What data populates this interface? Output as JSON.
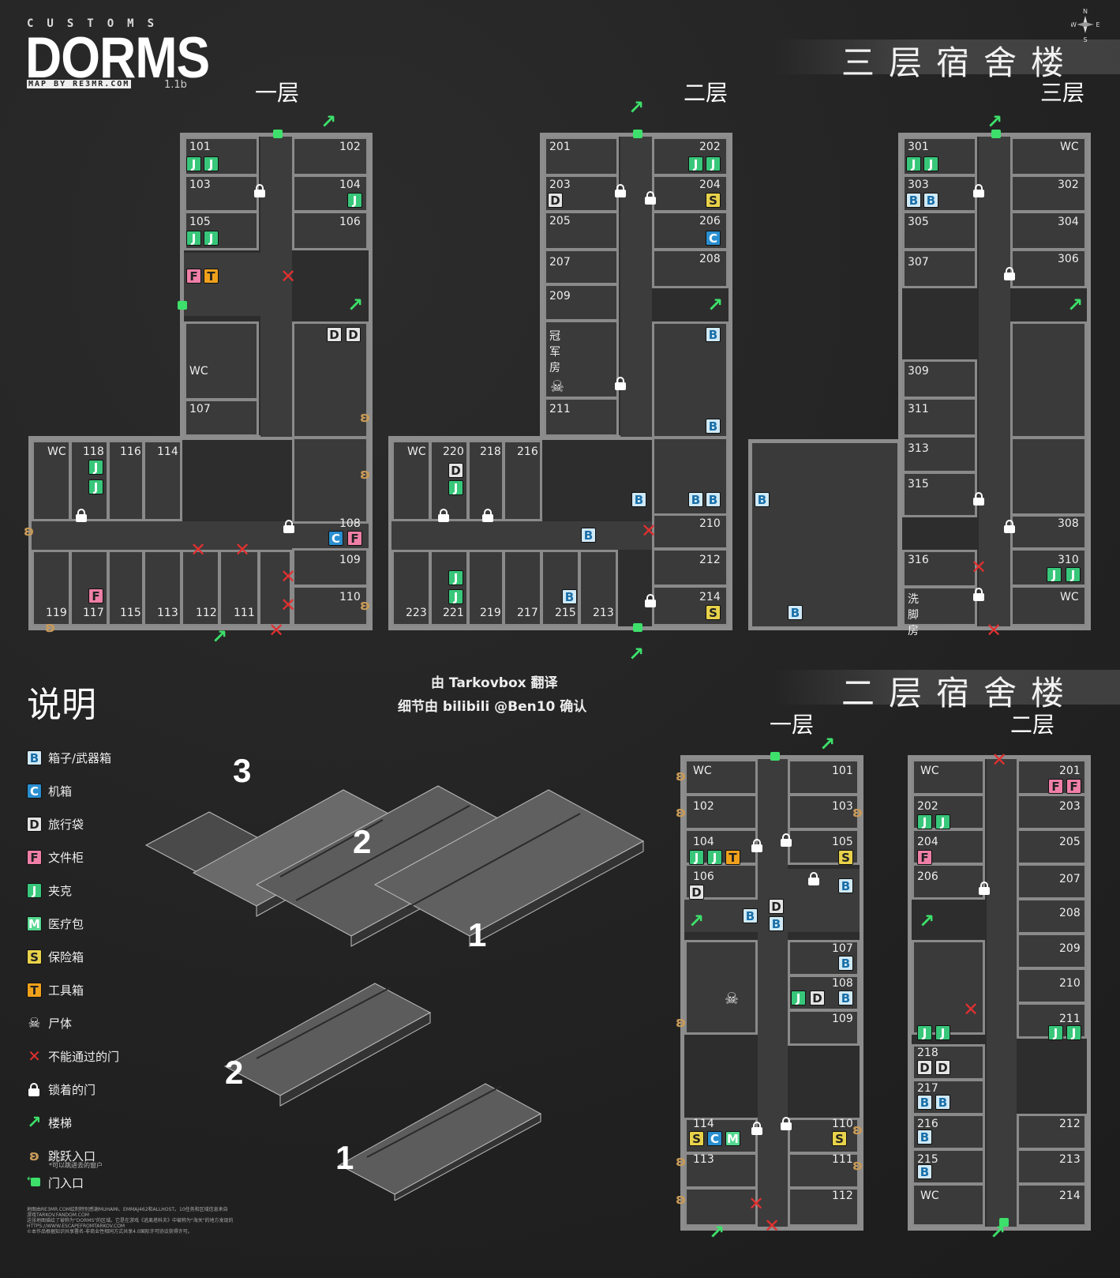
{
  "brand": {
    "top": "CUSTOMS",
    "main": "DORMS",
    "sub": "MAP BY RE3MR.COM",
    "version": "1.1b"
  },
  "compass": {
    "n": "N",
    "e": "E",
    "w": "W",
    "s": "S"
  },
  "three_story": {
    "title": "三层宿舍楼",
    "floor1": {
      "label": "一层",
      "rooms": [
        "101",
        "102",
        "103",
        "104",
        "105",
        "106",
        "WC",
        "107",
        "WC",
        "118",
        "116",
        "114",
        "108",
        "109",
        "110",
        "119",
        "117",
        "115",
        "113",
        "112",
        "111"
      ]
    },
    "floor2": {
      "label": "二层",
      "rooms": [
        "201",
        "202",
        "203",
        "204",
        "205",
        "206",
        "207",
        "208",
        "209",
        "冠军房",
        "211",
        "WC",
        "220",
        "218",
        "216",
        "210",
        "212",
        "214",
        "223",
        "221",
        "219",
        "217",
        "215",
        "213"
      ]
    },
    "floor3": {
      "label": "三层",
      "rooms": [
        "301",
        "WC",
        "303",
        "302",
        "305",
        "304",
        "307",
        "306",
        "309",
        "311",
        "313",
        "315",
        "308",
        "316",
        "310",
        "洗脚房",
        "WC"
      ]
    }
  },
  "two_story": {
    "title": "二层宿舍楼",
    "floor1": {
      "label": "一层",
      "rooms": [
        "WC",
        "101",
        "102",
        "103",
        "104",
        "105",
        "106",
        "107",
        "108",
        "109",
        "114",
        "110",
        "113",
        "111",
        "112"
      ]
    },
    "floor2": {
      "label": "二层",
      "rooms": [
        "WC",
        "201",
        "202",
        "203",
        "204",
        "205",
        "206",
        "207",
        "208",
        "209",
        "210",
        "211",
        "218",
        "217",
        "216",
        "212",
        "215",
        "213",
        "WC",
        "214"
      ]
    }
  },
  "credits": {
    "line1": "由 Tarkovbox 翻译",
    "line2": "细节由 bilibili @Ben10 确认"
  },
  "legend": {
    "title": "说明",
    "items": [
      {
        "key": "B",
        "label": "箱子/武器箱"
      },
      {
        "key": "C",
        "label": "机箱"
      },
      {
        "key": "D",
        "label": "旅行袋"
      },
      {
        "key": "F",
        "label": "文件柜"
      },
      {
        "key": "J",
        "label": "夹克"
      },
      {
        "key": "M",
        "label": "医疗包"
      },
      {
        "key": "S",
        "label": "保险箱"
      },
      {
        "key": "T",
        "label": "工具箱"
      },
      {
        "key": "skull",
        "label": "尸体"
      },
      {
        "key": "x",
        "label": "不能通过的门"
      },
      {
        "key": "lock",
        "label": "锁着的门"
      },
      {
        "key": "arrow",
        "label": "楼梯"
      },
      {
        "key": "jump",
        "label": "跳跃入口",
        "note": "*可以跳进去的窗户"
      },
      {
        "key": "door",
        "label": "门入口"
      }
    ]
  },
  "iso_labels": [
    "3",
    "2",
    "1",
    "2",
    "1"
  ],
  "fine_print": [
    "地图由RE3MR.COM绘制特别感谢MUHAMI、EMMAJ462和ALLHOST。10任务和区域信息来自",
    "游戏TARKOV.FANDOM.COM",
    "这张地图描绘了被称为\"DORMS\"的区域。它是在游戏《逃离塔科夫》中被称为\"海关\"的地方发现的",
    "HTTPS://WWW.ESCAPEFROMTARKOV.COM",
    "©本作品根据知识共享署名-非商业性相同方式共享4.0国际许可协议获得许可。"
  ],
  "colors": {
    "B": "#cfe9f6",
    "C": "#2a8fd0",
    "D": "#e4e4e4",
    "F": "#f07fa7",
    "J": "#38c77a",
    "M": "#55d890",
    "S": "#e8d24a",
    "T": "#f0a11c",
    "x": "#e03030",
    "arrow": "#3de06a",
    "jump": "#c79a58"
  }
}
